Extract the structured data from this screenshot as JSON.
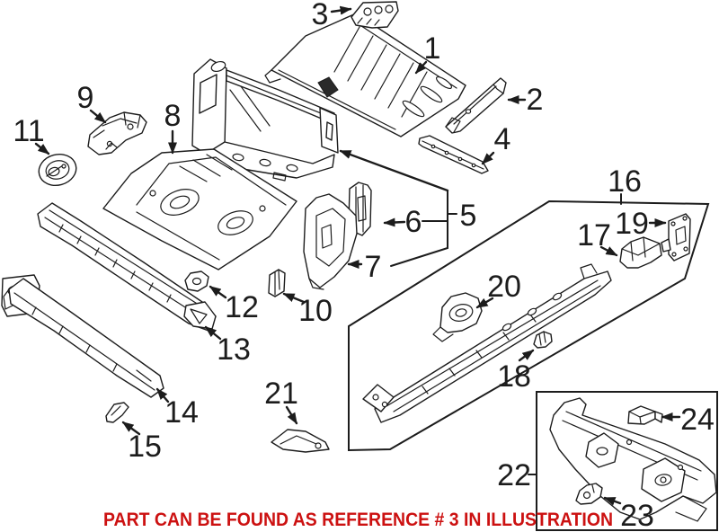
{
  "diagram": {
    "background_color": "#ffffff",
    "line_color": "#1c1c1c",
    "callouts": [
      {
        "label": "1"
      },
      {
        "label": "2"
      },
      {
        "label": "3"
      },
      {
        "label": "4"
      },
      {
        "label": "5"
      },
      {
        "label": "6"
      },
      {
        "label": "7"
      },
      {
        "label": "8"
      },
      {
        "label": "9"
      },
      {
        "label": "10"
      },
      {
        "label": "11"
      },
      {
        "label": "12"
      },
      {
        "label": "13"
      },
      {
        "label": "14"
      },
      {
        "label": "15"
      },
      {
        "label": "16"
      },
      {
        "label": "17"
      },
      {
        "label": "18"
      },
      {
        "label": "19"
      },
      {
        "label": "20"
      },
      {
        "label": "21"
      },
      {
        "label": "22"
      },
      {
        "label": "23"
      },
      {
        "label": "24"
      }
    ],
    "caption": {
      "text": "PART CAN BE FOUND AS REFERENCE # 3 IN ILLUSTRATION",
      "color": "#cc1111"
    }
  }
}
